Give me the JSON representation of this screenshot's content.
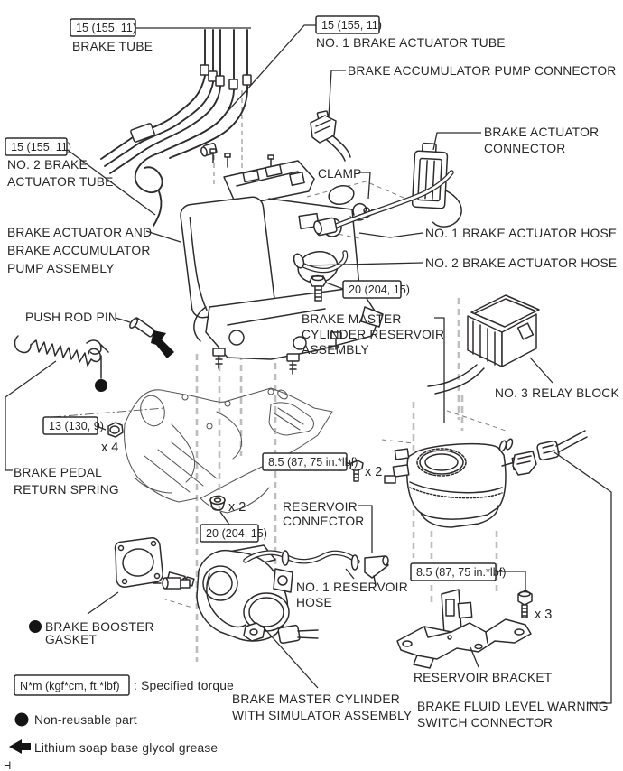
{
  "figure": {
    "type": "exploded-parts-diagram",
    "subject": "Brake actuator and master cylinder components",
    "background_color": "#ffffff",
    "line_color": "#2e2c2b",
    "projection_line_color": "#bdbdbd",
    "page_mark": "H"
  },
  "torque_boxes": {
    "brake_tube": "15 (155, 11)",
    "no1_actuator_tube": "15 (155, 11)",
    "no2_actuator_tube": "15 (155, 11)",
    "actuator_bolt": "20 (204, 15)",
    "pedal_nut": "13 (130, 9)",
    "reservoir_bolt": "8.5 (87, 75 in.*lbf)",
    "master_cylinder_nut": "20 (204, 15)",
    "bracket_bolt": "8.5 (87, 75 in.*lbf)"
  },
  "quantities": {
    "pedal_nut": "x 4",
    "reservoir_bolt": "x 2",
    "master_cylinder_nut": "x 2",
    "bracket_bolt": "x 3"
  },
  "part_labels": {
    "brake_tube": "BRAKE TUBE",
    "no1_brake_actuator_tube": "NO. 1 BRAKE ACTUATOR TUBE",
    "no2_brake_actuator_tube": [
      "NO. 2 BRAKE",
      "ACTUATOR TUBE"
    ],
    "brake_accumulator_pump_connector": "BRAKE ACCUMULATOR PUMP CONNECTOR",
    "brake_actuator_connector": [
      "BRAKE ACTUATOR",
      "CONNECTOR"
    ],
    "clamp": "CLAMP",
    "no1_brake_actuator_hose": "NO. 1 BRAKE ACTUATOR HOSE",
    "no2_brake_actuator_hose": "NO. 2 BRAKE ACTUATOR HOSE",
    "brake_actuator_assembly": [
      "BRAKE ACTUATOR AND",
      "BRAKE ACCUMULATOR",
      "PUMP ASSEMBLY"
    ],
    "brake_master_cylinder_reservoir": [
      "BRAKE MASTER",
      "CYLINDER RESERVOIR",
      "ASSEMBLY"
    ],
    "no3_relay_block": "NO. 3 RELAY BLOCK",
    "push_rod_pin": "PUSH ROD PIN",
    "brake_pedal_return_spring": [
      "BRAKE PEDAL",
      "RETURN SPRING"
    ],
    "reservoir_connector": [
      "RESERVOIR",
      "CONNECTOR"
    ],
    "no1_reservoir_hose": [
      "NO. 1 RESERVOIR",
      "HOSE"
    ],
    "brake_booster_gasket": [
      "BRAKE BOOSTER",
      "GASKET"
    ],
    "brake_master_cylinder_simulator": [
      "BRAKE MASTER CYLINDER",
      "WITH SIMULATOR ASSEMBLY"
    ],
    "reservoir_bracket": "RESERVOIR BRACKET",
    "brake_fluid_level_warning": [
      "BRAKE FLUID LEVEL WARNING",
      "SWITCH CONNECTOR"
    ]
  },
  "legend": {
    "torque_box": "N*m (kgf*cm, ft.*lbf)",
    "torque_meaning": ": Specified torque",
    "non_reusable": "Non-reusable part",
    "grease": "Lithium soap base glycol grease"
  }
}
